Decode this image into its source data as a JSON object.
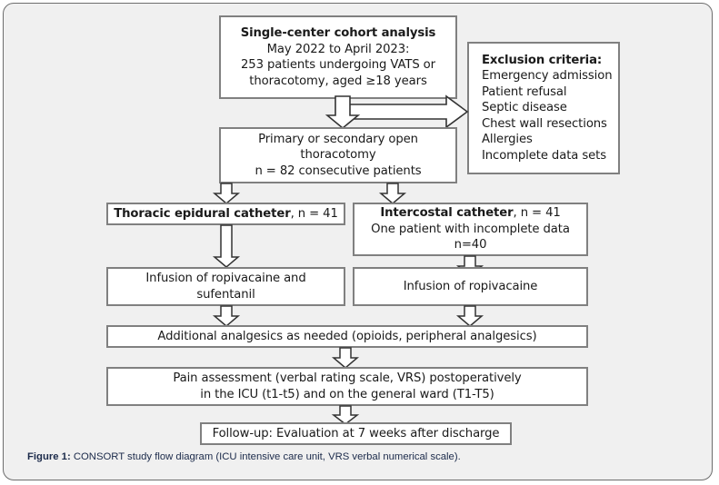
{
  "figure": {
    "label": "Figure 1:",
    "caption": " CONSORT study flow diagram (ICU intensive care unit, VRS verbal numerical scale)."
  },
  "colors": {
    "page_background": "#ffffff",
    "frame_background": "#f0f0f0",
    "frame_border": "#6d6d6d",
    "box_fill": "#ffffff",
    "box_border": "#808080",
    "text": "#1a1a1a",
    "caption_text": "#1b2a4a",
    "arrow_fill": "#ffffff",
    "arrow_outline": "#333333"
  },
  "nodes": {
    "cohort": {
      "title": "Single-center cohort analysis",
      "line2": "May 2022 to April 2023:",
      "line3": "253 patients undergoing VATS or",
      "line4": "thoracotomy, aged ≥18 years"
    },
    "exclusion": {
      "title": "Exclusion criteria:",
      "items": [
        "Emergency admission",
        "Patient refusal",
        "Septic disease",
        "Chest wall resections",
        "Allergies",
        "Incomplete data sets"
      ]
    },
    "thoracotomy": {
      "line1": "Primary or secondary open",
      "line2": "thoracotomy",
      "line3": "n = 82 consecutive patients"
    },
    "epidural": {
      "title": "Thoracic epidural catheter",
      "count": ", n = 41"
    },
    "intercostal": {
      "title": "Intercostal catheter",
      "count": ", n = 41",
      "line2": "One patient with incomplete data",
      "line3": "n=40"
    },
    "infusion_left": {
      "line1": "Infusion of ropivacaine and",
      "line2": "sufentanil"
    },
    "infusion_right": {
      "line1": "Infusion of ropivacaine"
    },
    "additional": {
      "line1": "Additional analgesics as needed (opioids, peripheral analgesics)"
    },
    "pain_assessment": {
      "line1": "Pain assessment (verbal rating scale, VRS) postoperatively",
      "line2": "in the ICU (t1-t5) and on the general ward (T1-T5)"
    },
    "followup": {
      "line1": "Follow-up: Evaluation at 7 weeks after discharge"
    }
  },
  "edges": [
    {
      "name": "cohort-to-thoracotomy",
      "direction": "down"
    },
    {
      "name": "cohort-to-exclusion",
      "direction": "right"
    },
    {
      "name": "thoracotomy-to-epidural",
      "direction": "down"
    },
    {
      "name": "thoracotomy-to-intercostal",
      "direction": "down"
    },
    {
      "name": "epidural-to-infusion-left",
      "direction": "down"
    },
    {
      "name": "intercostal-to-infusion-right",
      "direction": "down"
    },
    {
      "name": "infusion-left-to-additional",
      "direction": "down"
    },
    {
      "name": "infusion-right-to-additional",
      "direction": "down"
    },
    {
      "name": "additional-to-pain-assessment",
      "direction": "down"
    },
    {
      "name": "pain-assessment-to-followup",
      "direction": "down"
    }
  ]
}
